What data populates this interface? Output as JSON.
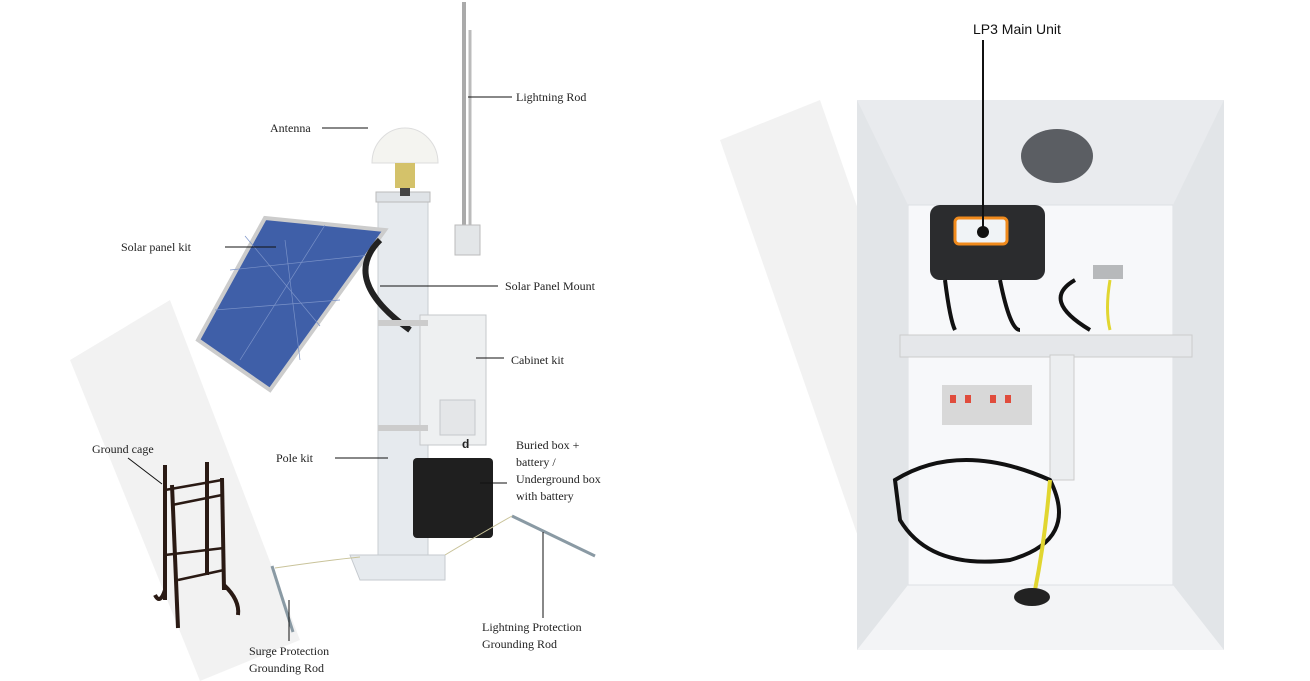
{
  "left_diagram": {
    "labels": {
      "lightning_rod": "Lightning Rod",
      "antenna": "Antenna",
      "solar_panel_kit": "Solar panel kit",
      "solar_panel_mount": "Solar Panel Mount",
      "cabinet_kit": "Cabinet kit",
      "ground_cage": "Ground cage",
      "pole_kit": "Pole kit",
      "buried_box": "Buried box +\nbattery /\nUnderground box\nwith battery",
      "surge_rod": "Surge Protection\nGrounding Rod",
      "lightning_rod_ground": "Lightning Protection\nGrounding Rod",
      "cabinet_mark": "d"
    }
  },
  "right_photo": {
    "labels": {
      "main_unit": "LP3 Main Unit"
    }
  }
}
